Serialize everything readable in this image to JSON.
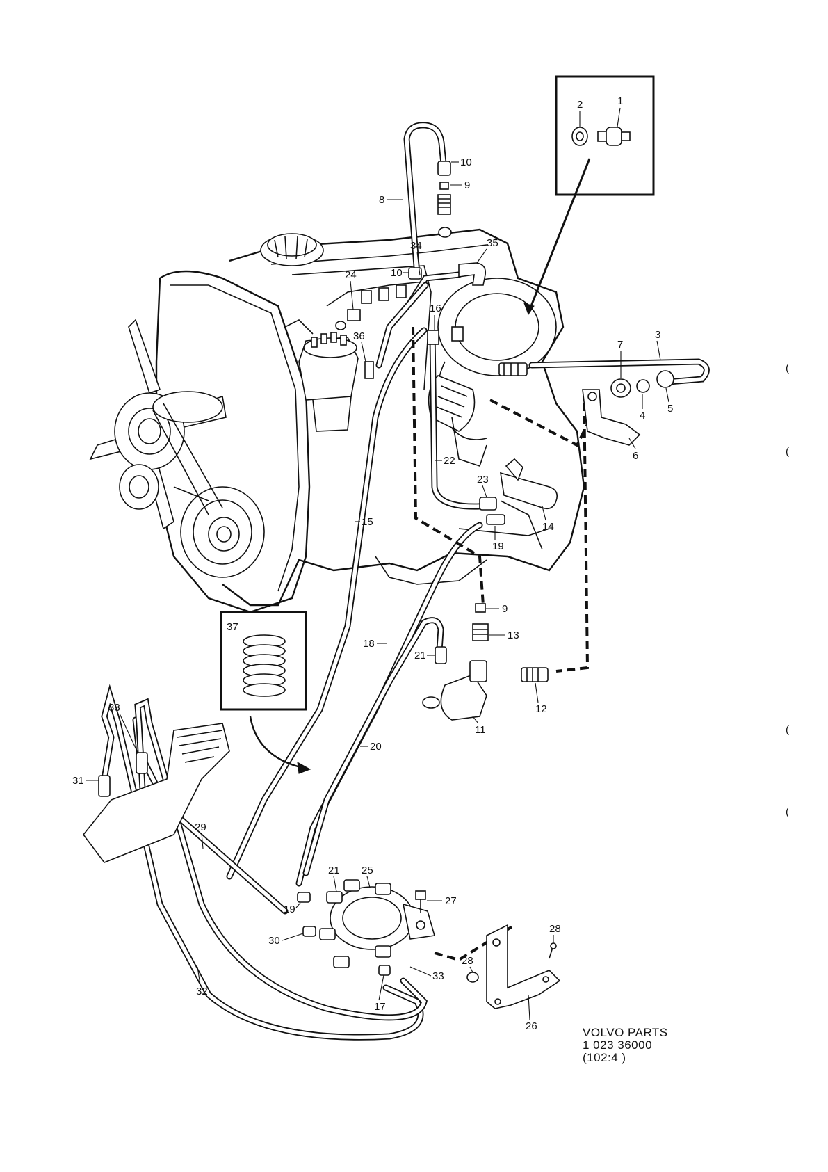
{
  "diagram": {
    "callouts": [
      {
        "id": "c1",
        "text": "1"
      },
      {
        "id": "c2",
        "text": "2"
      },
      {
        "id": "c3",
        "text": "3"
      },
      {
        "id": "c4",
        "text": "4"
      },
      {
        "id": "c5",
        "text": "5"
      },
      {
        "id": "c6",
        "text": "6"
      },
      {
        "id": "c7",
        "text": "7"
      },
      {
        "id": "c8",
        "text": "8"
      },
      {
        "id": "c9a",
        "text": "9"
      },
      {
        "id": "c9b",
        "text": "9"
      },
      {
        "id": "c10a",
        "text": "10"
      },
      {
        "id": "c10b",
        "text": "10"
      },
      {
        "id": "c11",
        "text": "11"
      },
      {
        "id": "c12",
        "text": "12"
      },
      {
        "id": "c13",
        "text": "13"
      },
      {
        "id": "c14",
        "text": "14"
      },
      {
        "id": "c15",
        "text": "15"
      },
      {
        "id": "c16",
        "text": "16"
      },
      {
        "id": "c17",
        "text": "17"
      },
      {
        "id": "c18",
        "text": "18"
      },
      {
        "id": "c19a",
        "text": "19"
      },
      {
        "id": "c19b",
        "text": "19"
      },
      {
        "id": "c20",
        "text": "20"
      },
      {
        "id": "c21a",
        "text": "21"
      },
      {
        "id": "c21b",
        "text": "21"
      },
      {
        "id": "c22",
        "text": "22"
      },
      {
        "id": "c23",
        "text": "23"
      },
      {
        "id": "c24",
        "text": "24"
      },
      {
        "id": "c25",
        "text": "25"
      },
      {
        "id": "c26",
        "text": "26"
      },
      {
        "id": "c27",
        "text": "27"
      },
      {
        "id": "c28a",
        "text": "28"
      },
      {
        "id": "c28b",
        "text": "28"
      },
      {
        "id": "c29",
        "text": "29"
      },
      {
        "id": "c30",
        "text": "30"
      },
      {
        "id": "c31",
        "text": "31"
      },
      {
        "id": "c32",
        "text": "32"
      },
      {
        "id": "c33a",
        "text": "33"
      },
      {
        "id": "c33b",
        "text": "33"
      },
      {
        "id": "c34",
        "text": "34"
      },
      {
        "id": "c35",
        "text": "35"
      },
      {
        "id": "c36",
        "text": "36"
      },
      {
        "id": "c37",
        "text": "37"
      }
    ],
    "footer": {
      "line1": "VOLVO PARTS",
      "line2": "1 023 36000",
      "line3": "(102:4 )"
    },
    "margin_marks": [
      "(",
      "(",
      "(",
      "("
    ]
  }
}
